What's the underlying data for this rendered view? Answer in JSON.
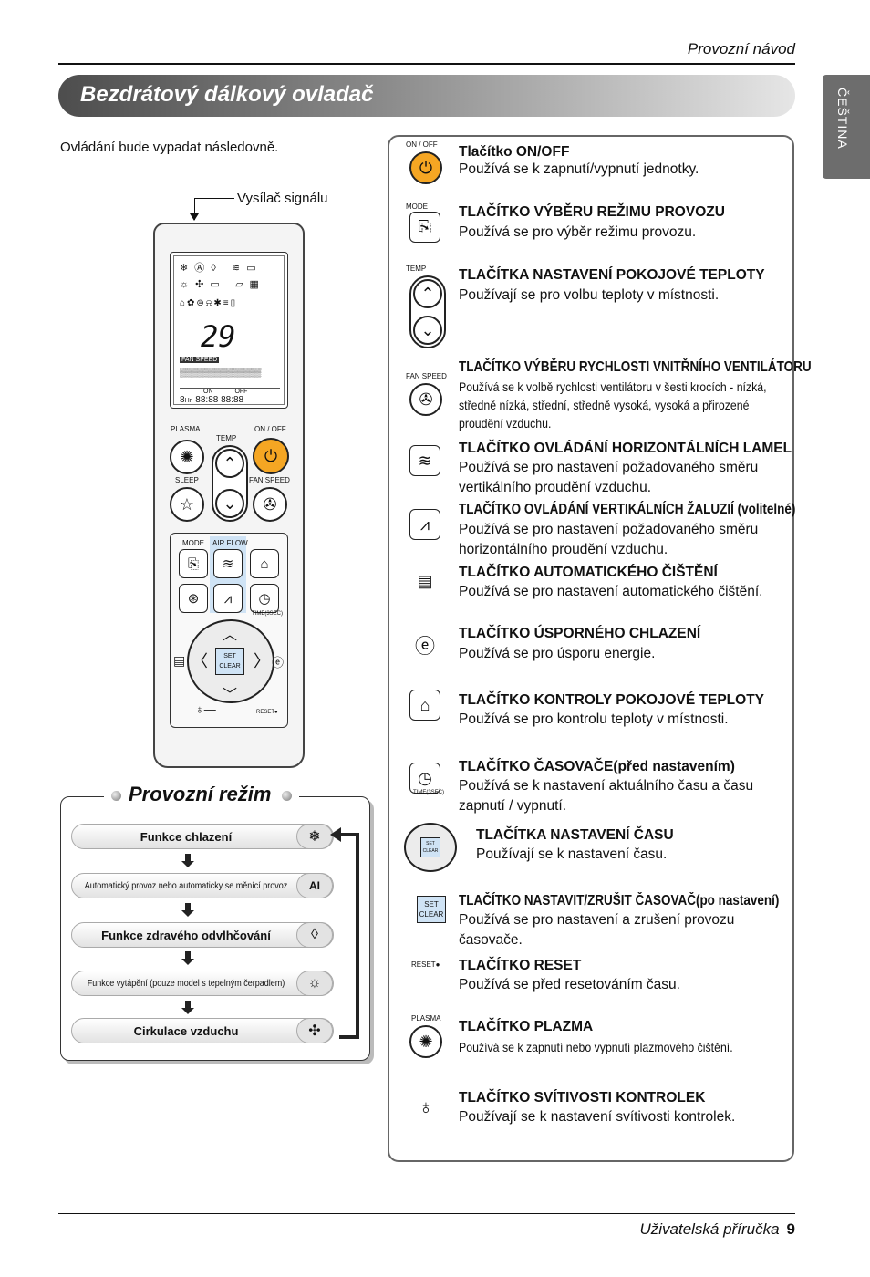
{
  "header": {
    "title": "Provozní návod",
    "language_tab": "ČEŠTINA"
  },
  "section_title": "Bezdrátový dálkový ovladač",
  "intro_text": "Ovládání bude vypadat následovně.",
  "signal_label": "Vysílač signálu",
  "remote": {
    "display": {
      "temp": "29",
      "fan_speed": "FAN SPEED",
      "timer_hr": "Hr.",
      "on": "ON",
      "off": "OFF"
    },
    "labels": {
      "plasma": "PLASMA",
      "on_off": "ON / OFF",
      "temp": "TEMP",
      "sleep": "SLEEP",
      "fan_speed": "FAN SPEED",
      "mode": "MODE",
      "air_flow": "AIR FLOW",
      "time": "TIME(3SEC)",
      "set": "SET",
      "clear": "CLEAR",
      "reset": "RESET●"
    }
  },
  "modes": {
    "title": "Provozní režim",
    "items": [
      {
        "label": "Funkce chlazení",
        "icon": "snowflake-icon"
      },
      {
        "label": "Automatický provoz nebo automaticky se měnící provoz",
        "icon": "ai-icon"
      },
      {
        "label": "Funkce zdravého odvlhčování",
        "icon": "droplet-icon"
      },
      {
        "label": "Funkce vytápění (pouze model s tepelným čerpadlem)",
        "icon": "sun-icon"
      },
      {
        "label": "Cirkulace vzduchu",
        "icon": "fan-icon"
      }
    ]
  },
  "buttons": [
    {
      "label_above": "ON / OFF",
      "title": "Tlačítko ON/OFF",
      "desc": "Používá se k zapnutí/vypnutí jednotky."
    },
    {
      "label_above": "MODE",
      "title": "TLAČÍTKO VÝBĚRU REŽIMU PROVOZU",
      "desc": "Používá se pro výběr režimu provozu."
    },
    {
      "label_above": "TEMP",
      "title": "TLAČÍTKA NASTAVENÍ POKOJOVÉ TEPLOTY",
      "desc": "Používají se pro volbu teploty v místnosti."
    },
    {
      "label_above": "FAN SPEED",
      "title": "TLAČÍTKO VÝBĚRU RYCHLOSTI VNITŘNÍHO VENTILÁTORU",
      "desc": "Používá se k volbě rychlosti ventilátoru v šesti krocích - nízká, středně nízká, střední, středně vysoká, vysoká a přirozené proudění vzduchu."
    },
    {
      "label_above": "",
      "title": "TLAČÍTKO OVLÁDÁNÍ HORIZONTÁLNÍCH LAMEL",
      "desc": "Používá se pro nastavení požadovaného směru vertikálního proudění vzduchu."
    },
    {
      "label_above": "",
      "title": "TLAČÍTKO OVLÁDÁNÍ VERTIKÁLNÍCH ŽALUZIÍ (volitelné)",
      "desc": "Používá se pro nastavení požadovaného směru horizontálního proudění vzduchu."
    },
    {
      "label_above": "",
      "title": "TLAČÍTKO AUTOMATICKÉHO ČIŠTĚNÍ",
      "desc": "Používá se pro nastavení automatického čištění."
    },
    {
      "label_above": "",
      "title": "TLAČÍTKO ÚSPORNÉHO CHLAZENÍ",
      "desc": "Používá se pro úsporu energie."
    },
    {
      "label_above": "",
      "title": "TLAČÍTKO KONTROLY POKOJOVÉ TEPLOTY",
      "desc": "Používá se pro kontrolu teploty v místnosti."
    },
    {
      "label_above": "",
      "label_below": "TIME(3SEC)",
      "title": "TLAČÍTKO ČASOVAČE(před nastavením)",
      "desc": "Používá se k nastavení aktuálního času a času zapnutí / vypnutí."
    },
    {
      "label_above": "",
      "title": "TLAČÍTKA NASTAVENÍ ČASU",
      "desc": "Používají se k nastavení času."
    },
    {
      "label_above": "",
      "title": "TLAČÍTKO NASTAVIT/ZRUŠIT ČASOVAČ(po nastavení)",
      "desc": "Používá se pro nastavení a zrušení provozu časovače."
    },
    {
      "label_above": "RESET●",
      "title": "TLAČÍTKO RESET",
      "desc": "Používá se před resetováním času."
    },
    {
      "label_above": "PLASMA",
      "title": "TLAČÍTKO PLAZMA",
      "desc": "Používá se k zapnutí nebo vypnutí plazmového čištění."
    },
    {
      "label_above": "",
      "title": "TLAČÍTKO SVÍTIVOSTI KONTROLEK",
      "desc": "Používají se k nastavení svítivosti kontrolek."
    }
  ],
  "footer": {
    "text": "Uživatelská příručka",
    "page": "9"
  }
}
